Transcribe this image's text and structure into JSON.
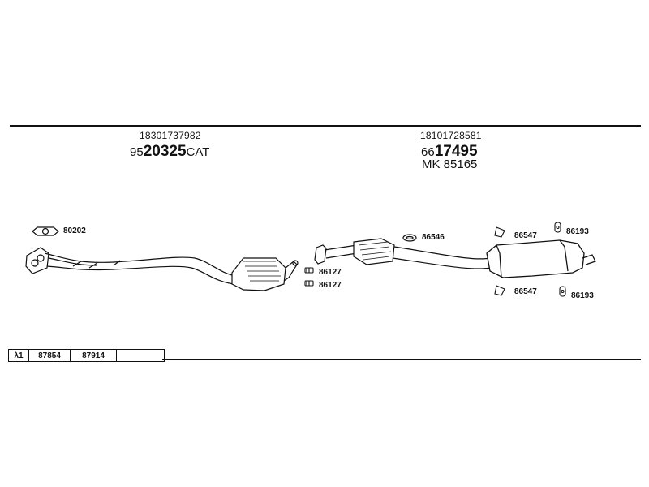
{
  "groups": [
    {
      "part_number": "18301737982",
      "code_prefix": "95",
      "code_bold": "20325",
      "code_suffix": "CAT"
    },
    {
      "part_number": "18101728581",
      "code_prefix": "66",
      "code_bold": "17495",
      "line3": "MK 85165"
    }
  ],
  "labels": {
    "gasket_front": "80202",
    "clamp_upper": "86127",
    "clamp_lower": "86127",
    "ring": "86546",
    "hanger_top": "86547",
    "hanger_bottom": "86547",
    "mount_top": "86193",
    "mount_bottom": "86193"
  },
  "lambda_table": {
    "symbol": "λ1",
    "cells": [
      "87854",
      "87914",
      ""
    ]
  }
}
